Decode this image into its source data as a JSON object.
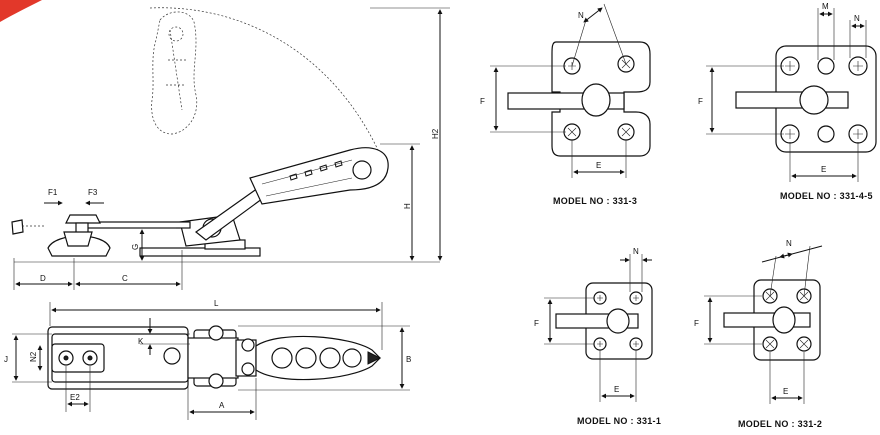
{
  "dimension_labels": {
    "h2": "H2",
    "h": "H",
    "g": "G",
    "d": "D",
    "c": "C",
    "f1": "F1",
    "f3": "F3",
    "l": "L",
    "b": "B",
    "j": "J",
    "n2": "N2",
    "k": "K",
    "e2": "E2",
    "a": "A"
  },
  "mount_views": [
    {
      "caption": "MODEL NO : 331-3",
      "n": "N",
      "f": "F",
      "e": "E"
    },
    {
      "caption": "MODEL NO : 331-4-5",
      "m": "M",
      "n": "N",
      "f": "F",
      "e": "E"
    },
    {
      "caption": "MODEL NO : 331-1",
      "n": "N",
      "f": "F",
      "e": "E"
    },
    {
      "caption": "MODEL NO : 331-2",
      "n": "N",
      "f": "F",
      "e": "E"
    }
  ],
  "accent_color": "#e2382a"
}
